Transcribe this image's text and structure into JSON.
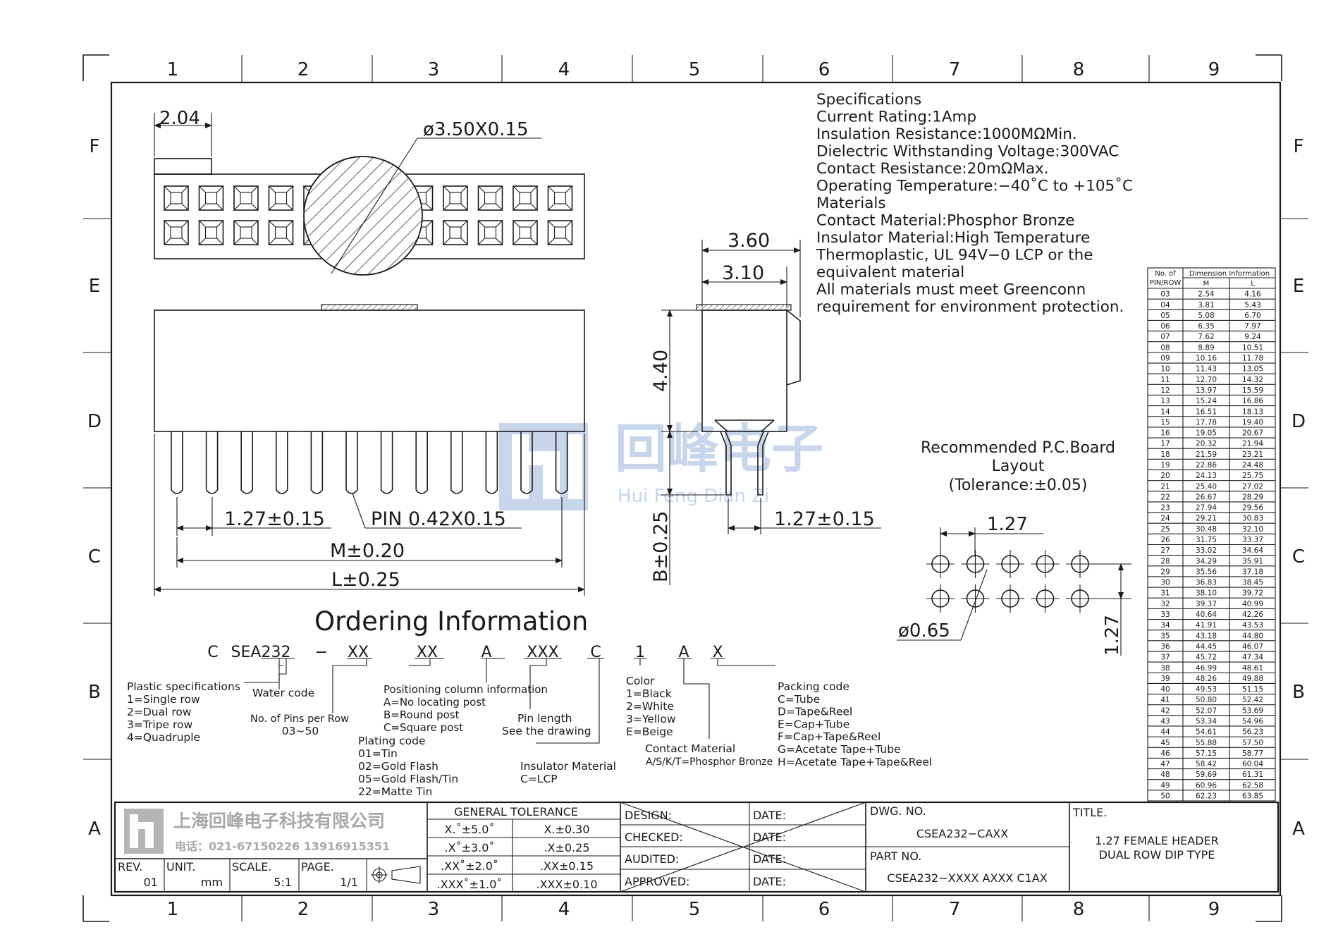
{
  "frame": {
    "columns": [
      "1",
      "2",
      "3",
      "4",
      "5",
      "6",
      "7",
      "8",
      "9"
    ],
    "rows": [
      "F",
      "E",
      "D",
      "C",
      "B",
      "A"
    ]
  },
  "dims": {
    "top_width": "2.04",
    "circle_callout": "ø3.50X0.15",
    "pitch": "1.27±0.15",
    "pin": "PIN 0.42X0.15",
    "m": "M±0.20",
    "l": "L±0.25",
    "side_w1": "3.60",
    "side_w2": "3.10",
    "side_h": "4.40",
    "side_b": "B±0.25",
    "side_pitch": "1.27±0.15",
    "pcb_pitch_x": "1.27",
    "pcb_pitch_y": "1.27",
    "pcb_hole": "ø0.65"
  },
  "pcb": {
    "title_lines": [
      "Recommended P.C.Board",
      "Layout",
      "(Tolerance:±0.05)"
    ]
  },
  "specs": {
    "lines": [
      "Specifications",
      "Current  Rating:1Amp",
      "Insulation  Resistance:1000MΩMin.",
      "Dielectric  Withstanding  Voltage:300VAC",
      "Contact  Resistance:20mΩMax.",
      "Operating  Temperature:−40˚C  to  +105˚C",
      "Materials",
      "Contact  Material:Phosphor  Bronze",
      "Insulator  Material:High  Temperature",
      "Thermoplastic,  UL  94V−0  LCP  or  the",
      "equivalent  material",
      "All  materials  must  meet  Greenconn",
      "requirement  for  environment  protection."
    ]
  },
  "dimension_table": {
    "headers": [
      "No. of",
      "PIN/ROW",
      "Dimension  Information",
      "M",
      "L"
    ],
    "rows": [
      [
        "03",
        "2.54",
        "4.16"
      ],
      [
        "04",
        "3.81",
        "5.43"
      ],
      [
        "05",
        "5.08",
        "6.70"
      ],
      [
        "06",
        "6.35",
        "7.97"
      ],
      [
        "07",
        "7.62",
        "9.24"
      ],
      [
        "08",
        "8.89",
        "10.51"
      ],
      [
        "09",
        "10.16",
        "11.78"
      ],
      [
        "10",
        "11.43",
        "13.05"
      ],
      [
        "11",
        "12.70",
        "14.32"
      ],
      [
        "12",
        "13.97",
        "15.59"
      ],
      [
        "13",
        "15.24",
        "16.86"
      ],
      [
        "14",
        "16.51",
        "18.13"
      ],
      [
        "15",
        "17.78",
        "19.40"
      ],
      [
        "16",
        "19.05",
        "20.67"
      ],
      [
        "17",
        "20.32",
        "21.94"
      ],
      [
        "18",
        "21.59",
        "23.21"
      ],
      [
        "19",
        "22.86",
        "24.48"
      ],
      [
        "20",
        "24.13",
        "25.75"
      ],
      [
        "21",
        "25.40",
        "27.02"
      ],
      [
        "22",
        "26.67",
        "28.29"
      ],
      [
        "23",
        "27.94",
        "29.56"
      ],
      [
        "24",
        "29.21",
        "30.83"
      ],
      [
        "25",
        "30.48",
        "32.10"
      ],
      [
        "26",
        "31.75",
        "33.37"
      ],
      [
        "27",
        "33.02",
        "34.64"
      ],
      [
        "28",
        "34.29",
        "35.91"
      ],
      [
        "29",
        "35.56",
        "37.18"
      ],
      [
        "30",
        "36.83",
        "38.45"
      ],
      [
        "31",
        "38.10",
        "39.72"
      ],
      [
        "32",
        "39.37",
        "40.99"
      ],
      [
        "33",
        "40.64",
        "42.26"
      ],
      [
        "34",
        "41.91",
        "43.53"
      ],
      [
        "35",
        "43.18",
        "44.80"
      ],
      [
        "36",
        "44.45",
        "46.07"
      ],
      [
        "37",
        "45.72",
        "47.34"
      ],
      [
        "38",
        "46.99",
        "48.61"
      ],
      [
        "39",
        "48.26",
        "49.88"
      ],
      [
        "40",
        "49.53",
        "51.15"
      ],
      [
        "41",
        "50.80",
        "52.42"
      ],
      [
        "42",
        "52.07",
        "53.69"
      ],
      [
        "43",
        "53.34",
        "54.96"
      ],
      [
        "44",
        "54.61",
        "56.23"
      ],
      [
        "45",
        "55.88",
        "57.50"
      ],
      [
        "46",
        "57.15",
        "58.77"
      ],
      [
        "47",
        "58.42",
        "60.04"
      ],
      [
        "48",
        "59.69",
        "61.31"
      ],
      [
        "49",
        "60.96",
        "62.58"
      ],
      [
        "50",
        "62.23",
        "63.85"
      ]
    ]
  },
  "ordering": {
    "title": "Ordering  Information",
    "code": [
      "C",
      "SEA232",
      "−",
      "XX",
      "XX",
      "A",
      "XXX",
      "C",
      "1",
      "A",
      "X"
    ],
    "plastic": [
      "Plastic  specifications",
      "1=Single  row",
      "2=Dual  row",
      "3=Tripe  row",
      "4=Quadruple"
    ],
    "water": [
      "Water  code"
    ],
    "pins": [
      "No.  of  Pins  per  Row",
      "03~50"
    ],
    "positioning": [
      "Positioning  column  information",
      "A=No  locating  post",
      "B=Round  post",
      "C=Square  post"
    ],
    "plating": [
      "Plating  code",
      "01=Tin",
      "02=Gold  Flash",
      "05=Gold  Flash/Tin",
      "22=Matte  Tin"
    ],
    "pinlength": [
      "Pin  length",
      "See  the  drawing"
    ],
    "insulator": [
      "Insulator  Material",
      "C=LCP"
    ],
    "color": [
      "Color",
      "1=Black",
      "2=White",
      "3=Yellow",
      "E=Beige"
    ],
    "contact": [
      "Contact  Material",
      "A/S/K/T=Phosphor  Bronze"
    ],
    "packing": [
      "Packing  code",
      "C=Tube",
      "D=Tape&Reel",
      "E=Cap+Tube",
      "F=Cap+Tape&Reel",
      "G=Acetate  Tape+Tube",
      "H=Acetate  Tape+Tape&Reel"
    ]
  },
  "title_block": {
    "company": "上海回峰电子科技有限公司",
    "phone": "电话：021-67150226  13916915351",
    "watermark": "回峰电子",
    "watermark_sub": "Hui Feng Dian Zi",
    "rev_label": "REV.",
    "rev": "01",
    "unit_label": "UNIT.",
    "unit": "mm",
    "scale_label": "SCALE.",
    "scale": "5:1",
    "page_label": "PAGE.",
    "page": "1/1",
    "tol_title": "GENERAL  TOLERANCE",
    "tolerances": [
      [
        "X.˚±5.0˚",
        "X.±0.30"
      ],
      [
        ".X˚±3.0˚",
        ".X±0.25"
      ],
      [
        ".XX˚±2.0˚",
        ".XX±0.15"
      ],
      [
        ".XXX˚±1.0˚",
        ".XXX±0.10"
      ]
    ],
    "sign_rows": [
      [
        "DESIGN:",
        "DATE:"
      ],
      [
        "CHECKED:",
        "DATE:"
      ],
      [
        "AUDITED:",
        "DATE:"
      ],
      [
        "APPROVED:",
        "DATE:"
      ]
    ],
    "dwg_label": "DWG.  NO.",
    "dwg": "CSEA232−CAXX",
    "part_label": "PART  NO.",
    "part": "CSEA232−XXXX  AXXX  C1AX",
    "title_label": "TITLE.",
    "title_lines": [
      "1.27  FEMALE  HEADER",
      "DUAL  ROW  DIP  TYPE"
    ]
  },
  "colors": {
    "ink": "#1a1a1a",
    "watermark": "#3b6fb6"
  }
}
